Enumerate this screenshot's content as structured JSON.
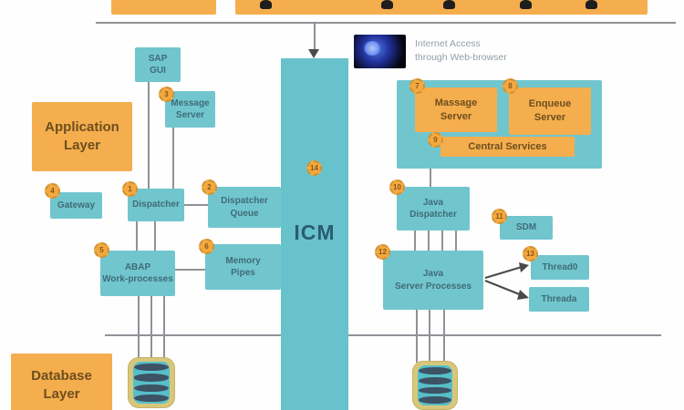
{
  "colors": {
    "teal_box": "#71c6ce",
    "icm_column": "#68c2cb",
    "orange_box": "#f5ae4e",
    "badge_fill": "#f3a93f",
    "badge_border": "#cf9233",
    "line_gray": "#8f9296",
    "teal_text": "#3f6b77",
    "orange_text": "#6e4e1e",
    "db_border": "#d8c77b"
  },
  "top": {
    "internet_note": "Internet Access\nthrough Web-browser"
  },
  "nodes": {
    "sap_gui": {
      "label": "SAP\nGUI"
    },
    "message_server": {
      "label": "Message\nServer",
      "badge": "3"
    },
    "application_layer": {
      "label": "Application\nLayer"
    },
    "gateway": {
      "label": "Gateway",
      "badge": "4"
    },
    "dispatcher": {
      "label": "Dispatcher",
      "badge": "1"
    },
    "dispatcher_queue": {
      "label": "Dispatcher\nQueue",
      "badge": "2"
    },
    "abap_work_processes": {
      "label": "ABAP\nWork-processes",
      "badge": "5"
    },
    "memory_pipes": {
      "label": "Memory\nPipes",
      "badge": "6"
    },
    "icm": {
      "label": "ICM",
      "badge": "14"
    },
    "massage_server": {
      "label": "Massage\nServer",
      "badge": "7"
    },
    "enqueue_server": {
      "label": "Enqueue\nServer",
      "badge": "8"
    },
    "central_services": {
      "label": "Central Services",
      "badge": "9"
    },
    "java_dispatcher": {
      "label": "Java\nDispatcher",
      "badge": "10"
    },
    "sdm": {
      "label": "SDM",
      "badge": "11"
    },
    "java_server_processes": {
      "label": "Java\nServer Processes",
      "badge": "12"
    },
    "thread0": {
      "label": "Thread0",
      "badge": "13"
    },
    "threada": {
      "label": "Threada"
    },
    "database_layer": {
      "label": "Database\nLayer"
    }
  }
}
